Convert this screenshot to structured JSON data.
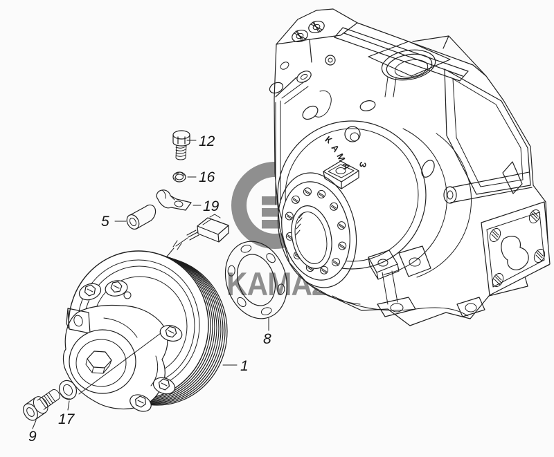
{
  "diagram": {
    "kind": "exploded-parts-line-drawing",
    "watermark": {
      "text": "KAMAZ",
      "color": "#8f8f8f"
    },
    "engine_stamp": {
      "text": "КАМАЗ",
      "letters": [
        "К",
        "А",
        "М",
        "А",
        "З"
      ]
    },
    "callouts": [
      {
        "number": "12"
      },
      {
        "number": "16"
      },
      {
        "number": "19"
      },
      {
        "number": "5"
      },
      {
        "number": "1"
      },
      {
        "number": "8"
      },
      {
        "number": "9"
      },
      {
        "number": "17"
      }
    ],
    "colors": {
      "line": "#1f1f1f",
      "background": "#fbfbfb",
      "watermark": "#8f8f8f"
    }
  }
}
